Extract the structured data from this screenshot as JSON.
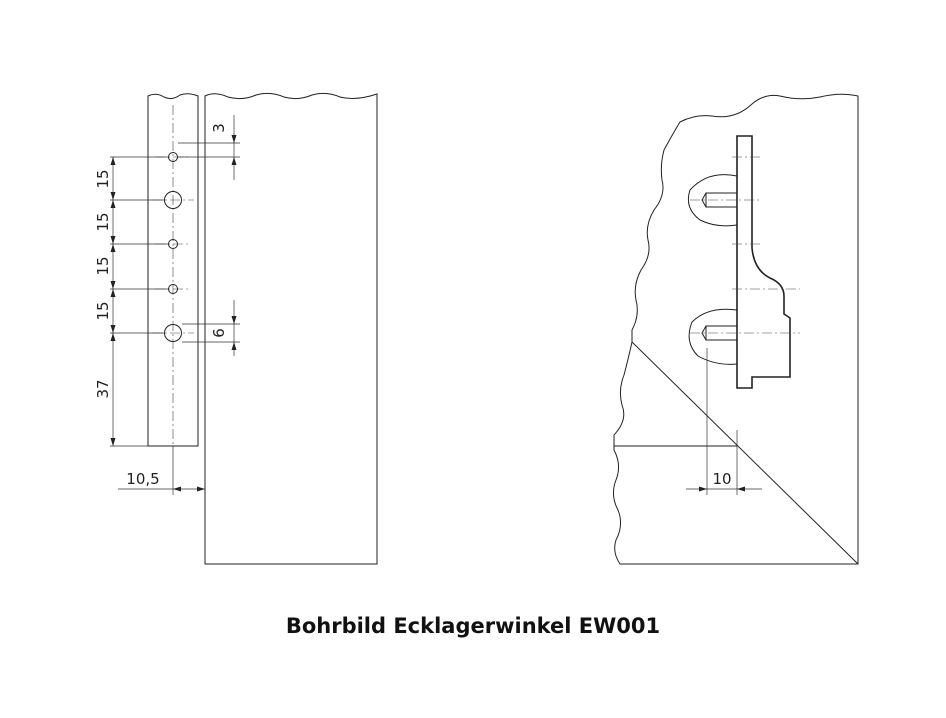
{
  "caption": "Bohrbild Ecklagerwinkel EW001",
  "left_view": {
    "dims_vertical": [
      "15",
      "15",
      "15",
      "15",
      "37"
    ],
    "dim_top_right": "3",
    "dim_hole_diameter": "6",
    "dim_horizontal": "10,5"
  },
  "right_view": {
    "dim_horizontal": "10"
  },
  "colors": {
    "line": "#222222",
    "background": "#ffffff"
  }
}
